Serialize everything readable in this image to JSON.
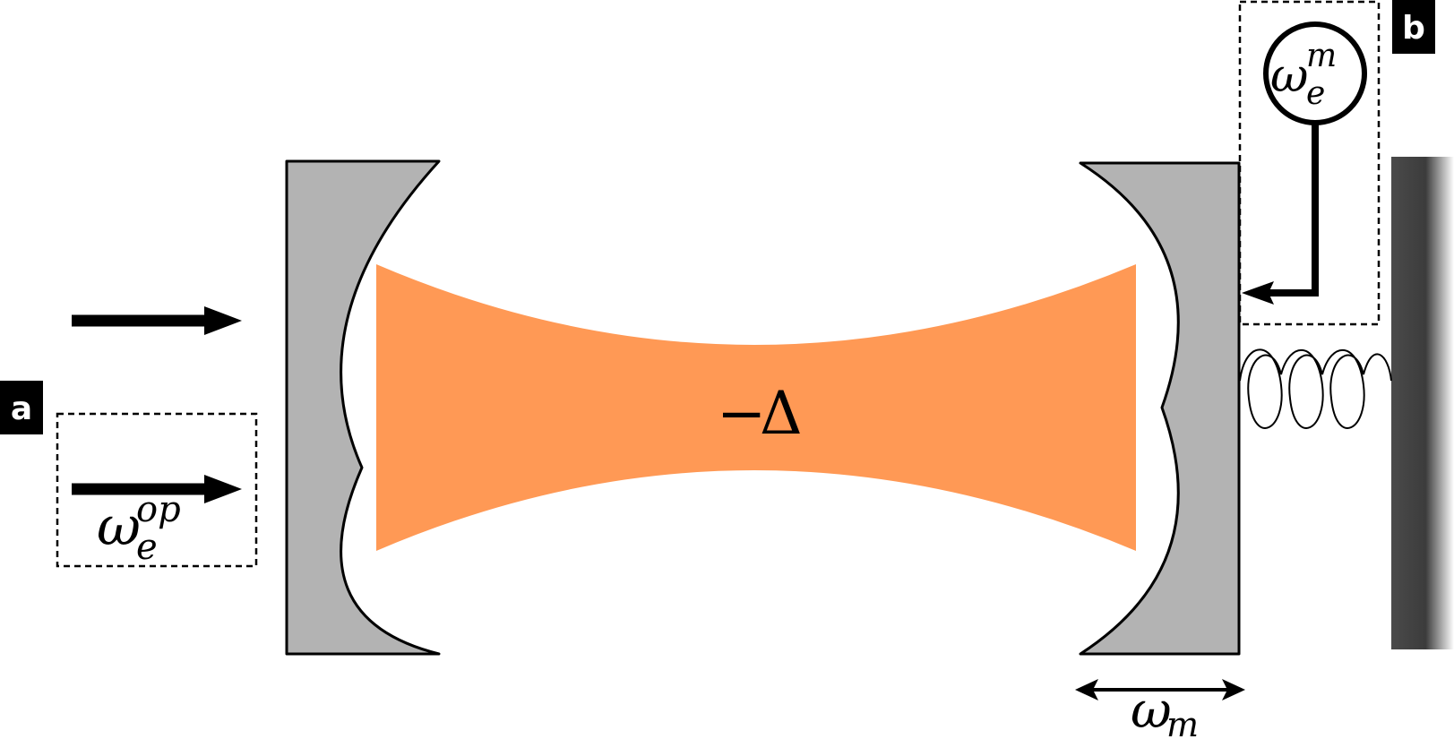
{
  "panel_a": {
    "label": "a"
  },
  "panel_b": {
    "label": "b"
  },
  "cavity_detuning": {
    "minus": "−",
    "delta": "Δ"
  },
  "optical_drive": {
    "symbol": "ω",
    "subscript": "e",
    "superscript": "op"
  },
  "mechanical_drive": {
    "symbol": "ω",
    "subscript": "e",
    "superscript": "m"
  },
  "mechanical_frequency": {
    "symbol": "ω",
    "subscript": "m"
  },
  "colors": {
    "cavity_field": "#ff9955",
    "mirror_fill": "#b3b3b3",
    "stroke": "#000000",
    "tag_background": "#000000",
    "tag_text": "#ffffff",
    "wall_gradient": [
      "#ffffff",
      "#444444"
    ]
  },
  "icons": {
    "laser_input_arrows": "right-arrow",
    "drive_arrow": "left-arrow",
    "oscillation_arrow": "double-headed-arrow",
    "spring": "coil-spring",
    "wall": "fixed-wall",
    "mechanical_source": "ac-source-circle"
  }
}
